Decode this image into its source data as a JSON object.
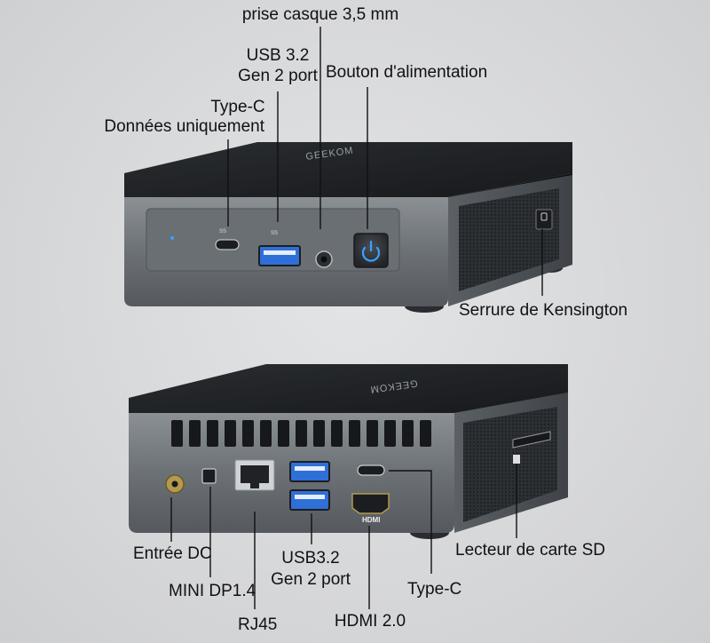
{
  "brand": "GEEKOM",
  "front_labels": {
    "audio_jack": "prise casque 3,5 mm",
    "usb_line1": "USB 3.2",
    "usb_line2": "Gen 2 port",
    "power": "Bouton d'alimentation",
    "typec_line1": "Type-C",
    "typec_line2": "Données uniquement",
    "kensington": "Serrure de Kensington"
  },
  "rear_labels": {
    "dc": "Entrée DC",
    "minidp": "MINI DP1.4",
    "rj45": "RJ45",
    "usb_line1": "USB3.2",
    "usb_line2": "Gen 2 port",
    "hdmi": "HDMI 2.0",
    "typec": "Type-C",
    "sd": "Lecteur de carte SD"
  },
  "port_markings": {
    "ss": "SS",
    "hdmi": "HDMI"
  },
  "colors": {
    "lid": "#1f2124",
    "chassis": "#6e7378",
    "usb_blue": "#2f6fd8",
    "power_led": "#3aa0ff"
  }
}
